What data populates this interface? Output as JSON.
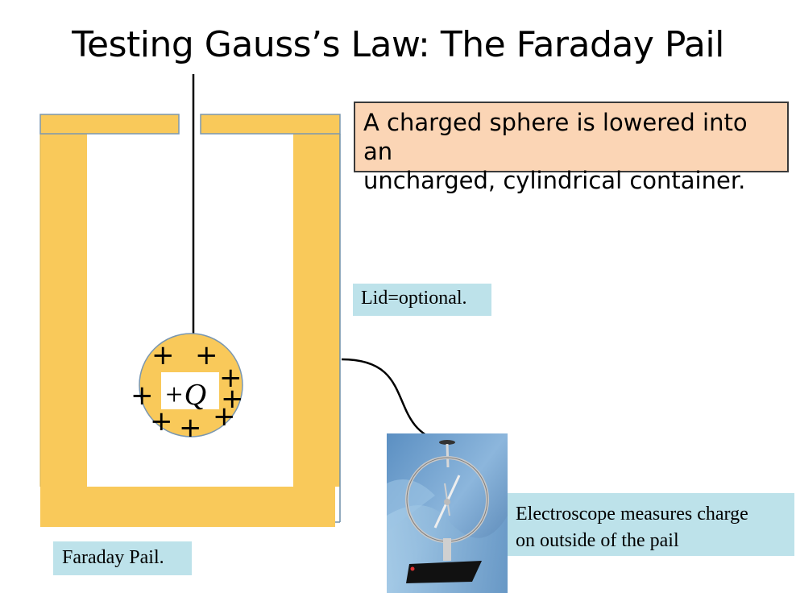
{
  "title": "Testing Gauss’s Law: The Faraday Pail",
  "callout": {
    "line1": "A charged sphere is lowered into an",
    "line2": "uncharged, cylindrical container."
  },
  "labels": {
    "lid": "Lid=optional.",
    "pail": "Faraday Pail.",
    "electroscope_line1": "Electroscope measures charge",
    "electroscope_line2": "on outside of the pail"
  },
  "sphere": {
    "charge_label": "+Q",
    "plus_sign": "+"
  },
  "colors": {
    "pail": "#f9c95a",
    "callout_bg": "#fbd5b5",
    "label_bg": "#bde2ea"
  }
}
